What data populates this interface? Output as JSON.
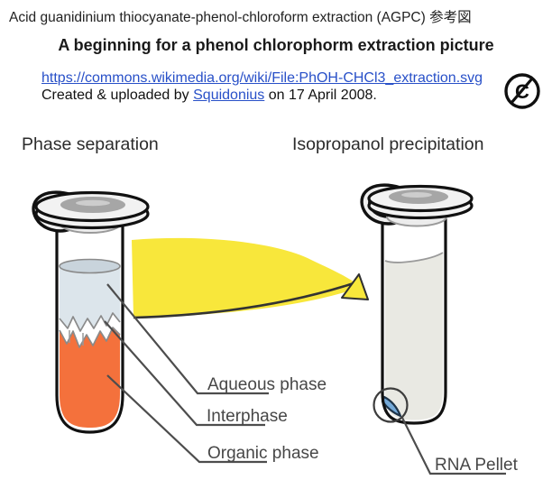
{
  "header": {
    "line1": "Acid guanidinium thiocyanate-phenol-chloroform extraction (AGPC) 参考図",
    "title": "A beginning for a phenol chlorophorm extraction picture",
    "link": "https://commons.wikimedia.org/wiki/File:PhOH-CHCl3_extraction.svg",
    "credit_prefix": "Created & uploaded by ",
    "credit_link": "Squidonius",
    "credit_suffix": " on 17 April 2008.",
    "pd_icon_letter": "C"
  },
  "diagram": {
    "left_title": "Phase separation",
    "right_title": "Isopropanol precipitation",
    "labels": {
      "aqueous": "Aqueous phase",
      "interphase": "Interphase",
      "organic": "Organic phase",
      "rna_pellet": "RNA Pellet"
    }
  },
  "colors": {
    "accent_yellow": "#F8E73B",
    "organic_orange": "#F4713C",
    "aqueous_blue": "#DCE5EB",
    "aqueous_surface": "#C9D4DC",
    "isopropanol_liquid": "#E9E9E3",
    "pellet_blue": "#74A9D8",
    "link_blue": "#2850C8",
    "label_gray": "#474747"
  }
}
